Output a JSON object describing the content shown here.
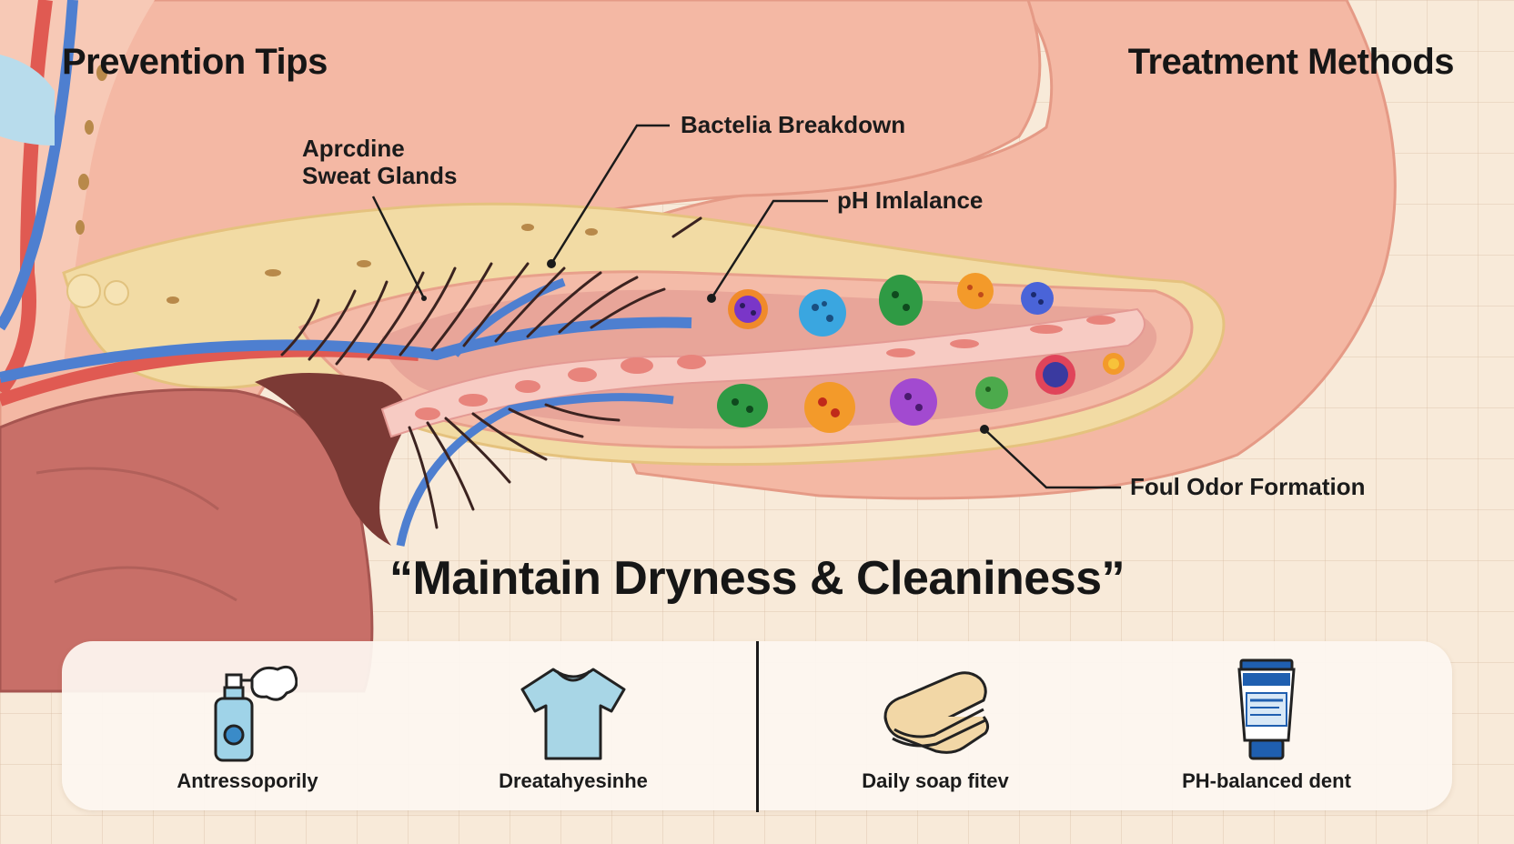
{
  "headings": {
    "prevention": "Prevention Tips",
    "treatment": "Treatment Methods"
  },
  "labels": {
    "sweat_glands_line1": "Aprcdine",
    "sweat_glands_line2": "Sweat Glands",
    "bacteria": "Bactelia Breakdown",
    "ph": "pH Imlalance",
    "odor": "Foul Odor Formation"
  },
  "slogan": "“Maintain Dryness & Cleaniness”",
  "tips": [
    {
      "label": "Antressoporily",
      "icon": "spray-bottle-icon"
    },
    {
      "label": "Dreatahyesinhe",
      "icon": "t-shirt-icon"
    },
    {
      "label": "Daily soap fitev",
      "icon": "folded-towel-icon"
    },
    {
      "label": "PH-balanced dent",
      "icon": "cream-tube-icon"
    }
  ],
  "colors": {
    "background": "#f8ead9",
    "skin": "#f4b8a4",
    "fat_layer": "#f2dba4",
    "vein": "#4e7fd0",
    "artery": "#e05a52",
    "muscle": "#c86f68"
  }
}
